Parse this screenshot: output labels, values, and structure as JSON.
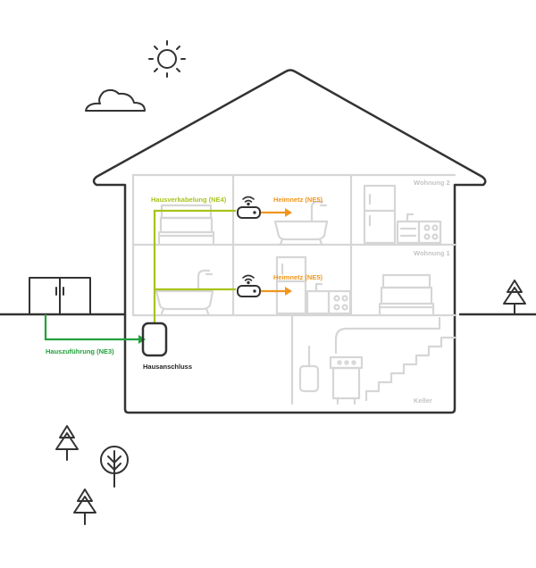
{
  "labels": {
    "ne4": "Hausverkabelung (NE4)",
    "ne5_upper": "Heimnetz (NE5)",
    "ne5_lower": "Heimnetz (NE5)",
    "ne3": "Hauszuführung (NE3)",
    "hausanschluss": "Hausanschluss",
    "wohnung2": "Wohnung 2",
    "wohnung1": "Wohnung 1",
    "keller": "Keller"
  },
  "colors": {
    "ne3": "#22a03c",
    "ne4": "#a6c41c",
    "ne5": "#f0961e",
    "outline": "#333333",
    "interior": "#d6d6d6",
    "room_label": "#c4c4c4"
  },
  "icons": [
    "sun-icon",
    "cloud-icon",
    "tree-icon",
    "wifi-icon",
    "router-icon",
    "bed-icon",
    "bathtub-icon",
    "fridge-icon",
    "stove-icon",
    "cabinet-icon",
    "boiler-icon",
    "stairs-icon",
    "junction-box-icon"
  ]
}
